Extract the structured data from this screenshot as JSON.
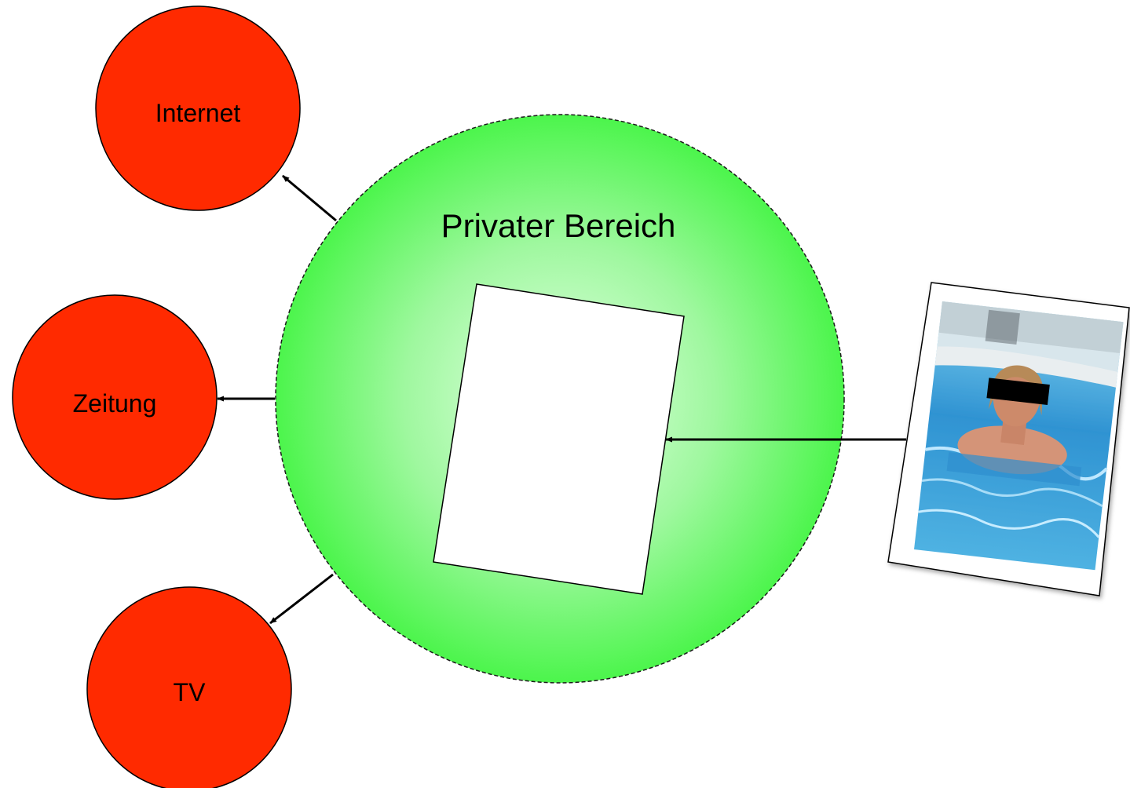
{
  "title": "Privater Bereich",
  "nodes": [
    {
      "label": "Internet"
    },
    {
      "label": "Zeitung"
    },
    {
      "label": "TV"
    }
  ],
  "colors": {
    "private_area_center": "#e6ffe6",
    "private_area_edge": "#4cf54c",
    "node_fill": "#ff2a00",
    "stroke": "#000000",
    "document_fill": "#ffffff",
    "photo_water": "#3c9fd6",
    "photo_censor_bar": "#000000"
  },
  "icons": {
    "document": "blank-document-icon",
    "photo": "censored-pool-photo"
  }
}
